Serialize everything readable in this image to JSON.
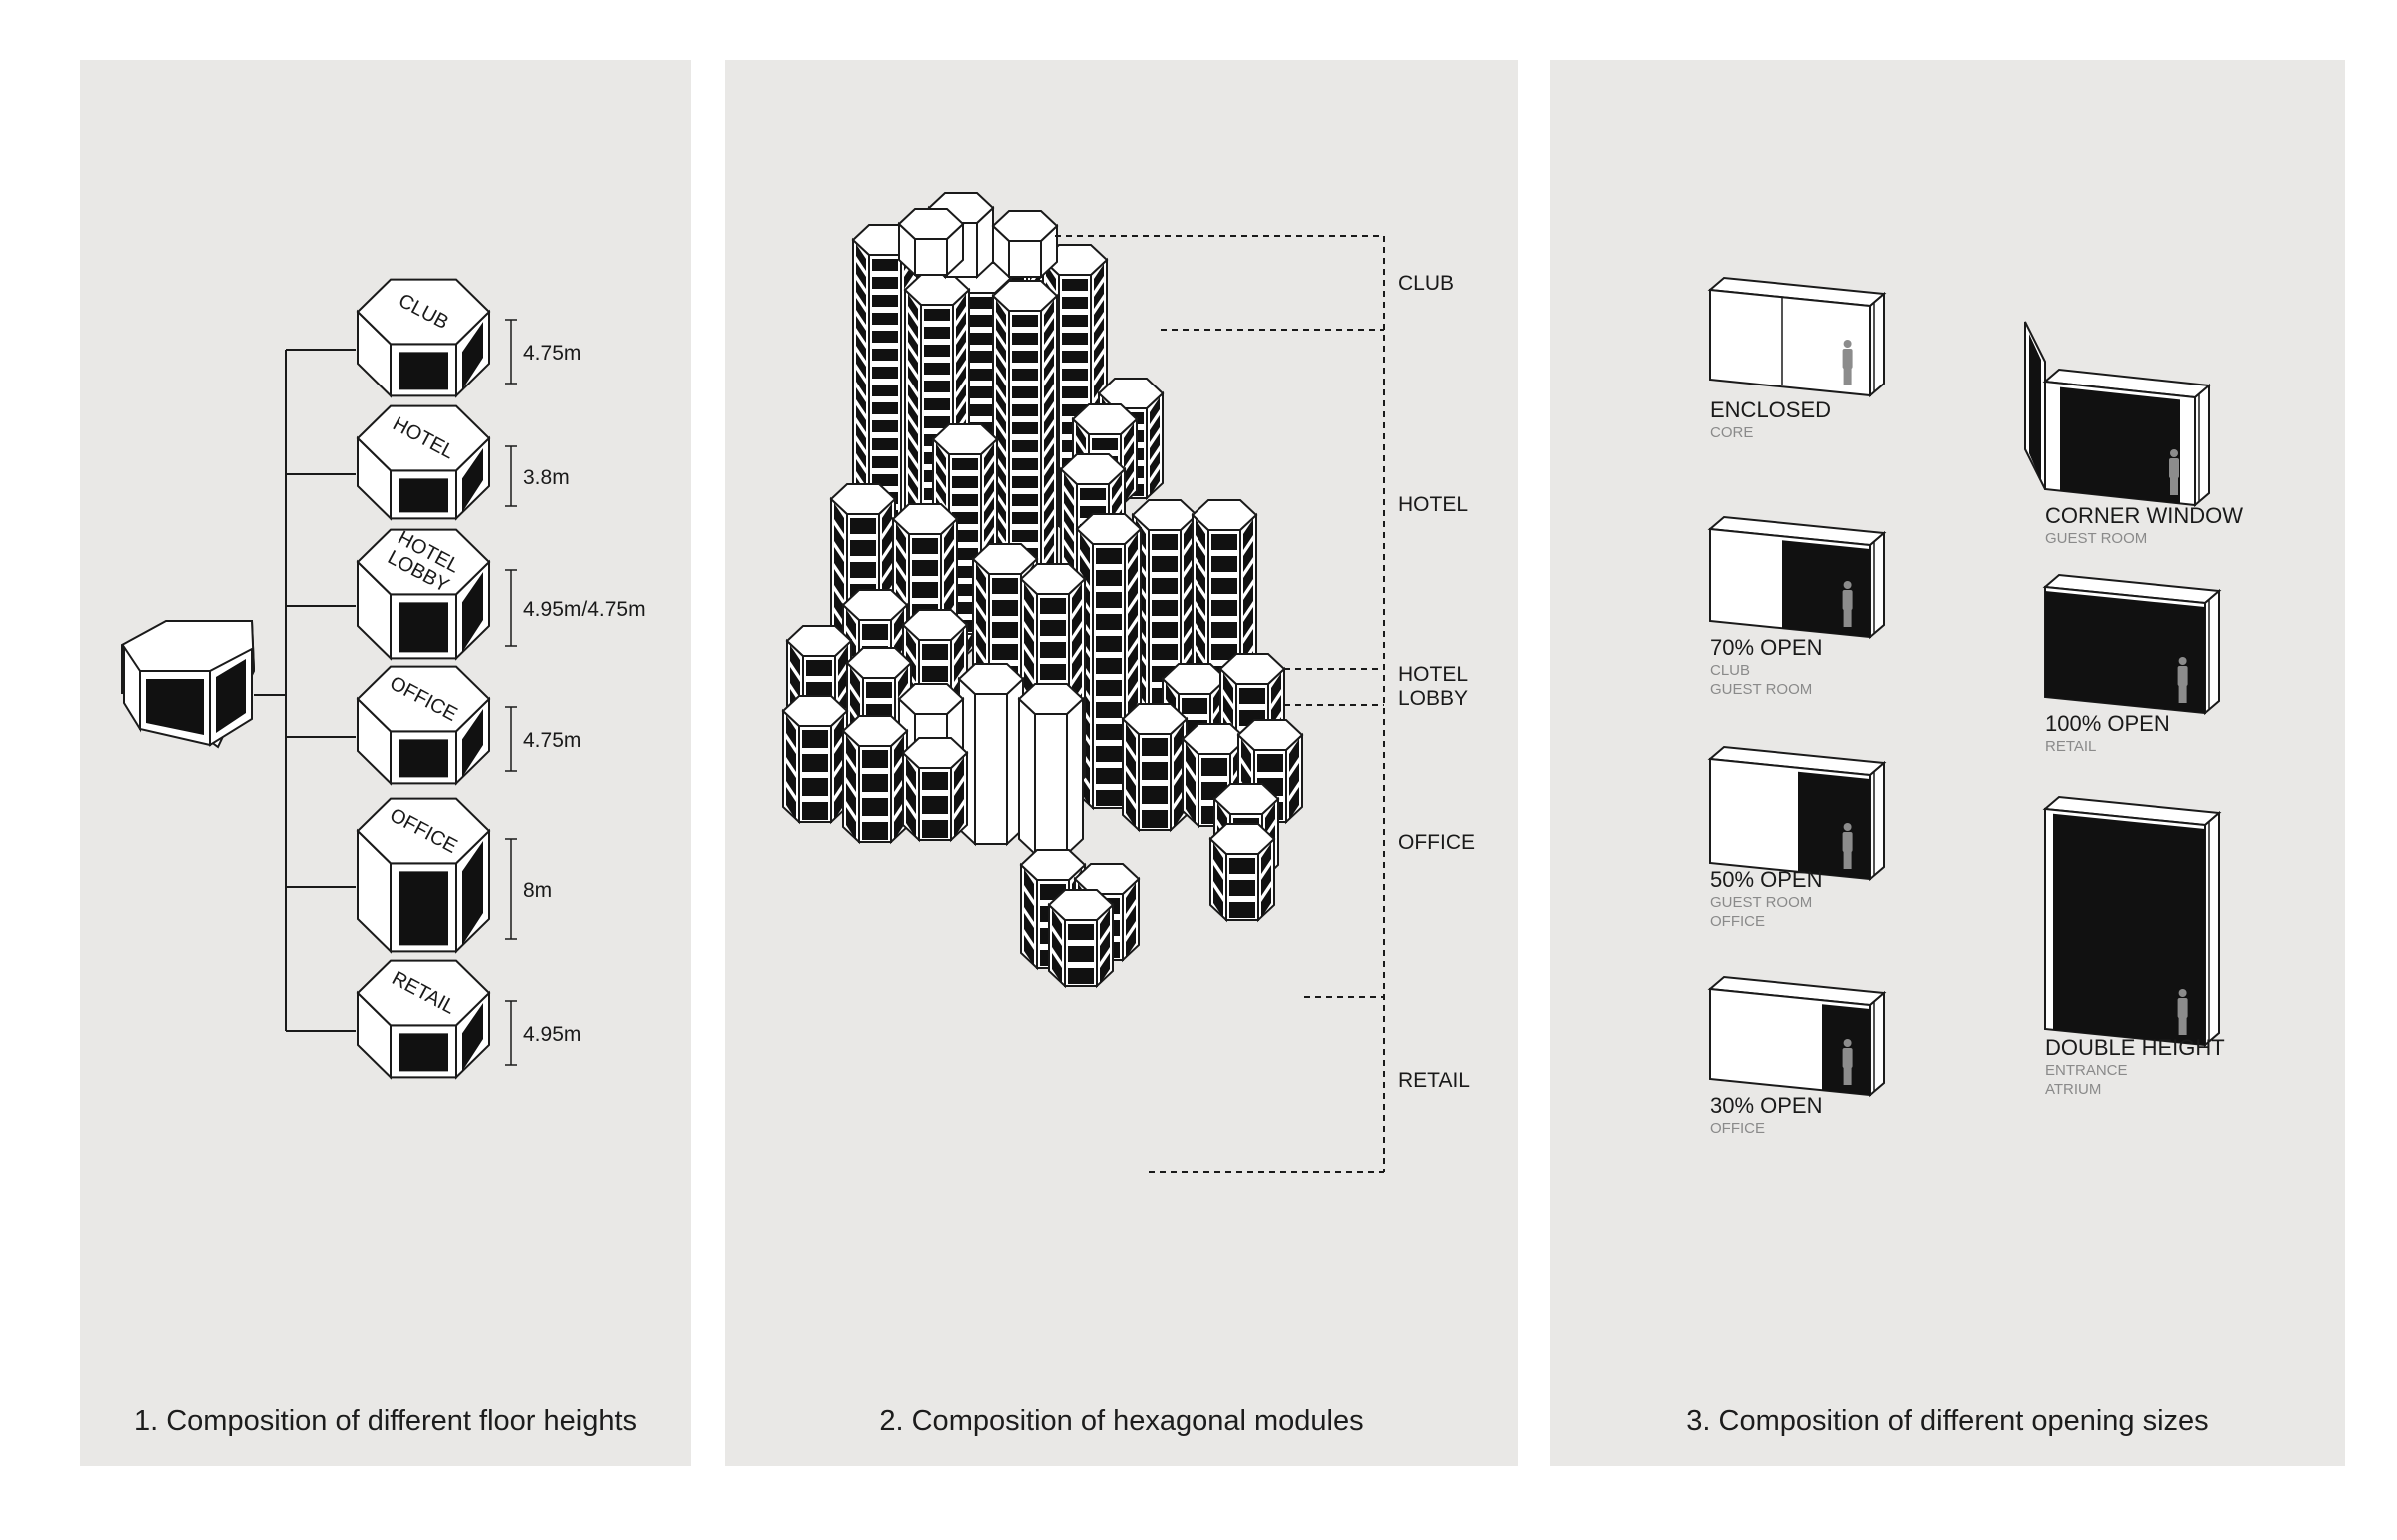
{
  "panel1": {
    "caption": "1. Composition of different floor heights",
    "modules": [
      {
        "label": "CLUB",
        "height": "4.75m"
      },
      {
        "label": "HOTEL",
        "height": "3.8m"
      },
      {
        "label": "HOTEL LOBBY",
        "height": "4.95m/4.75m"
      },
      {
        "label": "OFFICE",
        "height": "4.75m"
      },
      {
        "label": "OFFICE",
        "height": "8m"
      },
      {
        "label": "RETAIL",
        "height": "4.95m"
      }
    ]
  },
  "panel2": {
    "caption": "2. Composition of hexagonal modules",
    "zones": [
      "CLUB",
      "HOTEL",
      "HOTEL LOBBY",
      "OFFICE",
      "RETAIL"
    ]
  },
  "panel3": {
    "caption": "3. Composition of different opening sizes",
    "openings": [
      {
        "title": "ENCLOSED",
        "uses": [
          "CORE"
        ]
      },
      {
        "title": "CORNER WINDOW",
        "uses": [
          "GUEST ROOM"
        ]
      },
      {
        "title": "70% OPEN",
        "uses": [
          "CLUB",
          "GUEST ROOM"
        ]
      },
      {
        "title": "100% OPEN",
        "uses": [
          "RETAIL"
        ]
      },
      {
        "title": "50% OPEN",
        "uses": [
          "GUEST ROOM",
          "OFFICE"
        ]
      },
      {
        "title": "DOUBLE HEIGHT",
        "uses": [
          "ENTRANCE",
          "ATRIUM"
        ]
      },
      {
        "title": "30% OPEN",
        "uses": [
          "OFFICE"
        ]
      }
    ]
  }
}
